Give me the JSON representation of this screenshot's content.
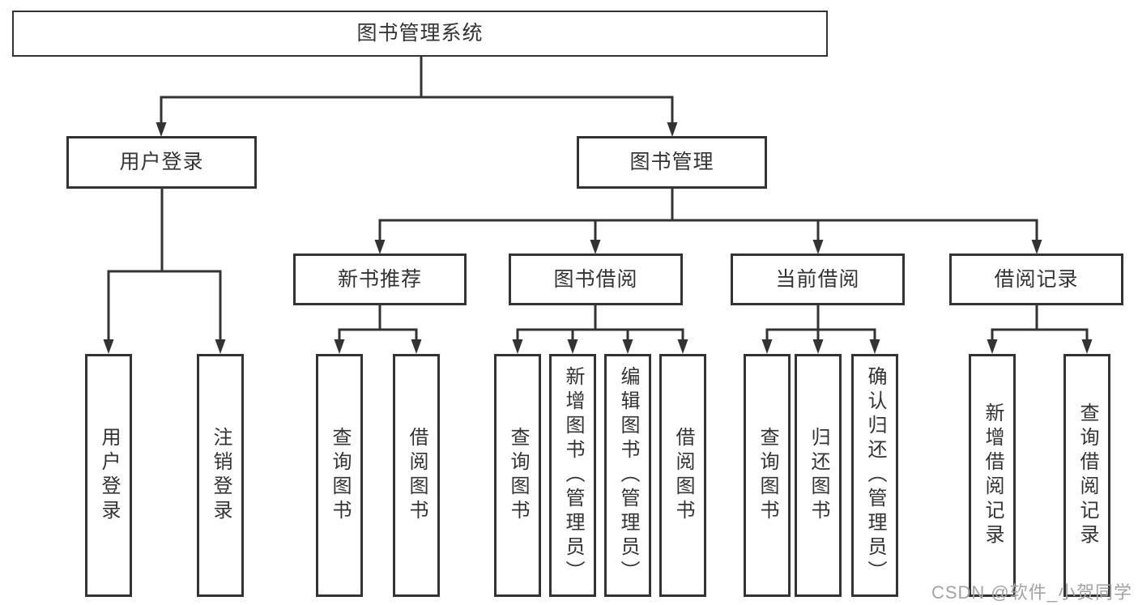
{
  "tree": {
    "root": {
      "label": "图书管理系统"
    },
    "branches": [
      {
        "label": "用户登录",
        "children": [
          {
            "label": "用户登录"
          },
          {
            "label": "注销登录"
          }
        ]
      },
      {
        "label": "图书管理",
        "sections": [
          {
            "label": "新书推荐",
            "children": [
              {
                "label": "查询图书"
              },
              {
                "label": "借阅图书"
              }
            ]
          },
          {
            "label": "图书借阅",
            "children": [
              {
                "label": "查询图书"
              },
              {
                "label": "新增图书（管理员）"
              },
              {
                "label": "编辑图书（管理员）"
              },
              {
                "label": "借阅图书"
              }
            ]
          },
          {
            "label": "当前借阅",
            "children": [
              {
                "label": "查询图书"
              },
              {
                "label": "归还图书"
              },
              {
                "label": "确认归还（管理员）"
              }
            ]
          },
          {
            "label": "借阅记录",
            "children": [
              {
                "label": "新增借阅记录"
              },
              {
                "label": "查询借阅记录"
              }
            ]
          }
        ]
      }
    ]
  },
  "watermark": {
    "text": "CSDN @软件_小贺同学"
  },
  "colors": {
    "line": "#333333",
    "text": "#333333",
    "background": "#ffffff",
    "watermark": "#a3a3a3"
  }
}
